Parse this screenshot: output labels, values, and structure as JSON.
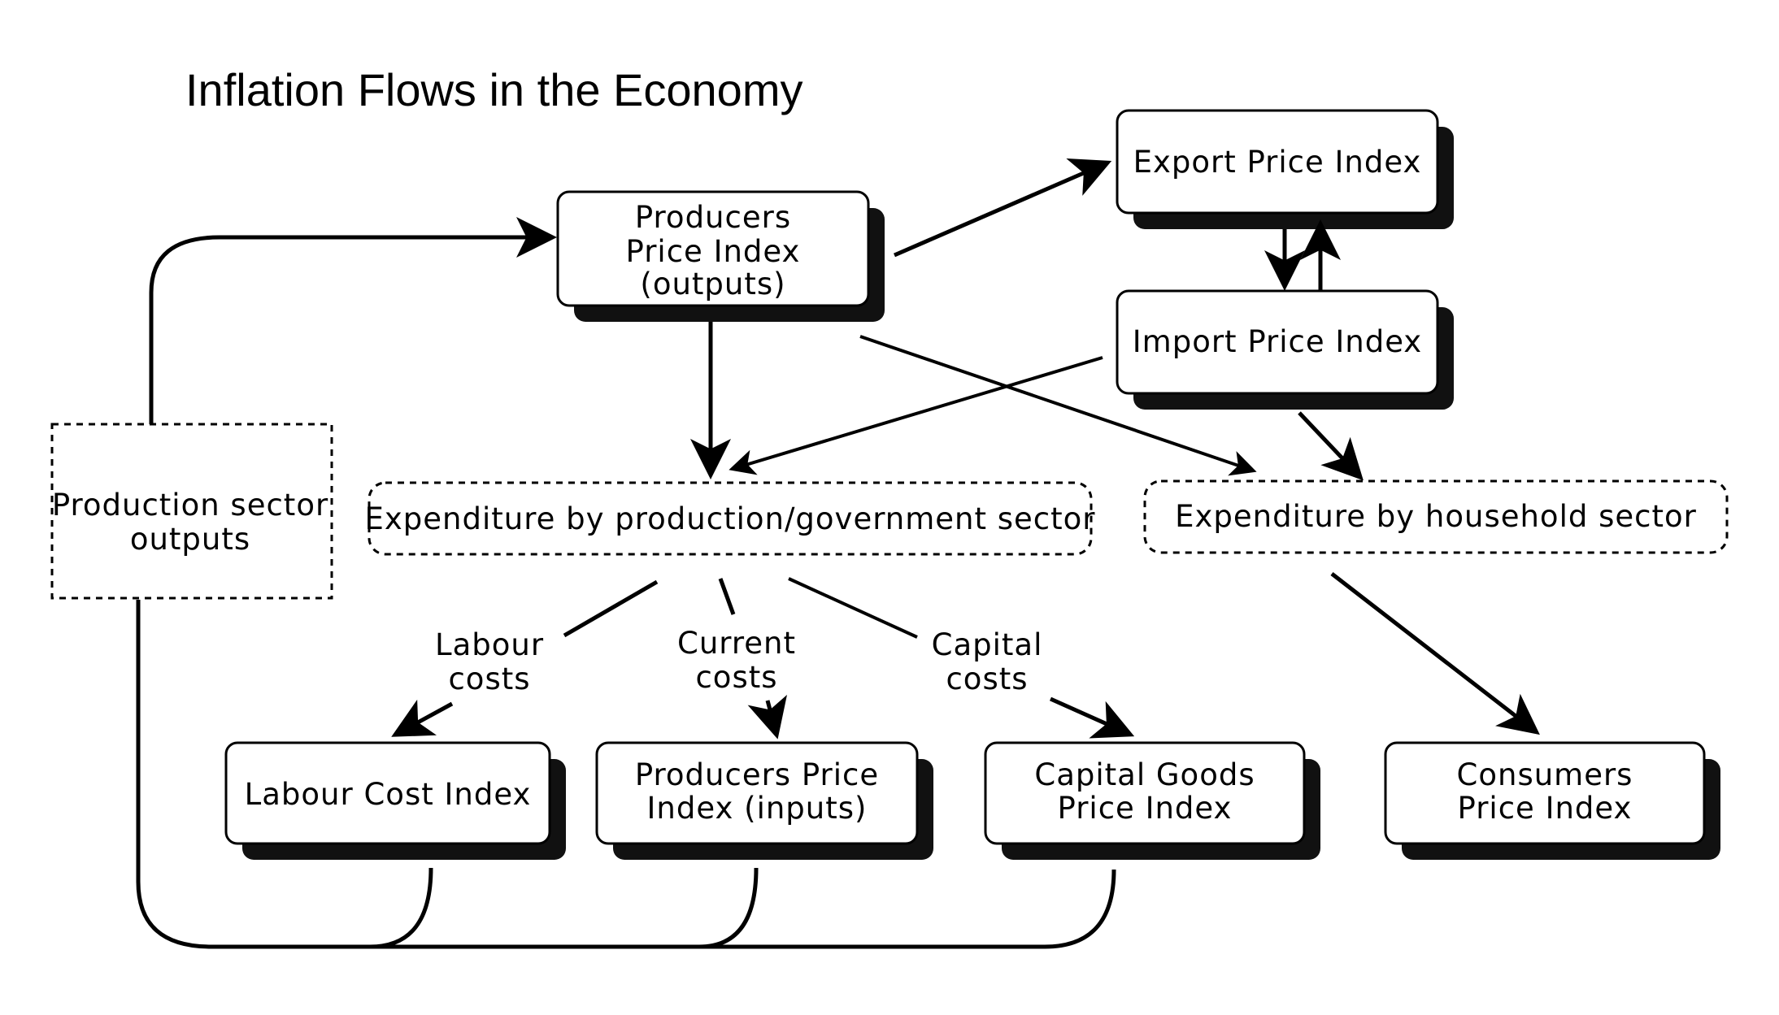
{
  "title": "Inflation Flows in the Economy",
  "nodes": {
    "producers_outputs": [
      "Producers",
      "Price Index",
      "(outputs)"
    ],
    "export": "Export Price Index",
    "import": "Import Price Index",
    "production_outputs": [
      "Production sector",
      "outputs"
    ],
    "expenditure_production": "Expenditure by production/government  sector",
    "expenditure_household": "Expenditure by household  sector",
    "labour_cost_index": "Labour Cost Index",
    "producers_inputs": [
      "Producers Price",
      "Index (inputs)"
    ],
    "capital_goods": [
      "Capital Goods",
      "Price Index"
    ],
    "consumers": [
      "Consumers",
      "Price Index"
    ]
  },
  "edge_labels": {
    "labour": [
      "Labour",
      "costs"
    ],
    "current": [
      "Current",
      "costs"
    ],
    "capital": [
      "Capital",
      "costs"
    ]
  }
}
